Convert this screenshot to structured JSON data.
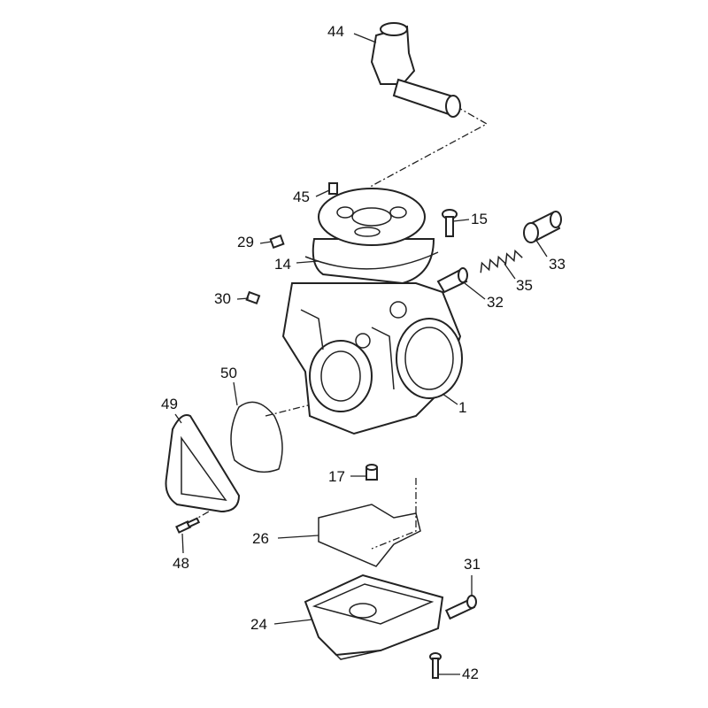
{
  "diagram": {
    "callouts": [
      {
        "id": "44",
        "text": "44"
      },
      {
        "id": "45",
        "text": "45"
      },
      {
        "id": "15",
        "text": "15"
      },
      {
        "id": "29",
        "text": "29"
      },
      {
        "id": "14",
        "text": "14"
      },
      {
        "id": "33",
        "text": "33"
      },
      {
        "id": "35",
        "text": "35"
      },
      {
        "id": "32",
        "text": "32"
      },
      {
        "id": "30",
        "text": "30"
      },
      {
        "id": "50",
        "text": "50"
      },
      {
        "id": "49",
        "text": "49"
      },
      {
        "id": "1",
        "text": "1"
      },
      {
        "id": "17",
        "text": "17"
      },
      {
        "id": "26",
        "text": "26"
      },
      {
        "id": "48",
        "text": "48"
      },
      {
        "id": "31",
        "text": "31"
      },
      {
        "id": "24",
        "text": "24"
      },
      {
        "id": "42",
        "text": "42"
      }
    ]
  }
}
